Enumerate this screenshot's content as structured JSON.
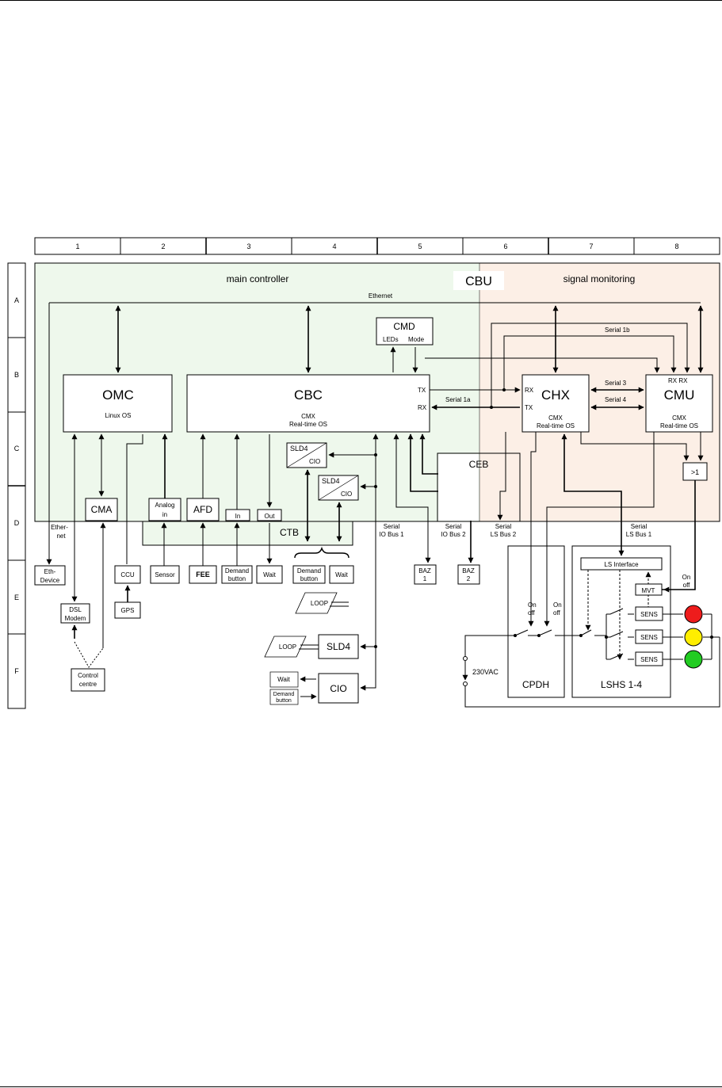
{
  "grid": {
    "columns": [
      "1",
      "2",
      "3",
      "4",
      "5",
      "6",
      "7",
      "8"
    ],
    "rows": [
      "A",
      "B",
      "C",
      "D",
      "E",
      "F"
    ]
  },
  "zones": {
    "cbu": "CBU",
    "main_controller": "main controller",
    "signal_monitoring": "signal monitoring",
    "ethernet": "Ethernet",
    "colors": {
      "main_controller": "#eef8ec",
      "signal_monitoring": "#fcefe6"
    }
  },
  "blocks": {
    "omc": {
      "name": "OMC",
      "sub": "Linux OS"
    },
    "cbc": {
      "name": "CBC",
      "sub1": "CMX",
      "sub2": "Real-time OS"
    },
    "cmd": {
      "name": "CMD",
      "leds": "LEDs",
      "mode": "Mode"
    },
    "chx": {
      "name": "CHX",
      "sub1": "CMX",
      "sub2": "Real-time OS"
    },
    "cmu": {
      "name": "CMU",
      "sub1": "CMX",
      "sub2": "Real-time OS"
    },
    "cma": "CMA",
    "analog_in": [
      "Analog",
      "in"
    ],
    "afd": "AFD",
    "in": "In",
    "out": "Out",
    "ctb": "CTB",
    "ceb": "CEB",
    "or_gate": ">1",
    "sld4_cio_1": {
      "top": "SLD4",
      "bottom": "CIO"
    },
    "sld4_cio_2": {
      "top": "SLD4",
      "bottom": "CIO"
    },
    "sld4": "SLD4",
    "cio": "CIO",
    "loop": "LOOP",
    "cpdh": "CPDH",
    "lshs": "LSHS 1-4",
    "ls_interface": "LS Interface",
    "mvt": "MVT",
    "sens": "SENS"
  },
  "ports": {
    "tx": "TX",
    "rx": "RX",
    "rx_rx": "RX RX"
  },
  "links": {
    "serial_1a": "Serial 1a",
    "serial_1b": "Serial 1b",
    "serial_3": "Serial 3",
    "serial_4": "Serial 4",
    "serial_io_bus_1": [
      "Serial",
      "IO Bus 1"
    ],
    "serial_io_bus_2": [
      "Serial",
      "IO Bus 2"
    ],
    "serial_ls_bus_2": [
      "Serial",
      "LS Bus 2"
    ],
    "serial_ls_bus_1": [
      "Serial",
      "LS Bus 1"
    ],
    "ethernet_port": [
      "Ether-",
      "net"
    ],
    "on_off": [
      "On",
      "off"
    ],
    "mains": "230VAC"
  },
  "external": {
    "eth_device": [
      "Eth-",
      "Device"
    ],
    "dsl_modem": [
      "DSL",
      "Modem"
    ],
    "control_centre": [
      "Control",
      "centre"
    ],
    "ccu": "CCU",
    "gps": "GPS",
    "sensor": "Sensor",
    "fee": "FEE",
    "demand_button": [
      "Demand",
      "button"
    ],
    "wait": "Wait",
    "baz1": [
      "BAZ",
      "1"
    ],
    "baz2": [
      "BAZ",
      "2"
    ]
  },
  "lamps": [
    {
      "name": "red",
      "color": "#ee1c1c"
    },
    {
      "name": "yellow",
      "color": "#ffee00"
    },
    {
      "name": "green",
      "color": "#22cc22"
    }
  ]
}
